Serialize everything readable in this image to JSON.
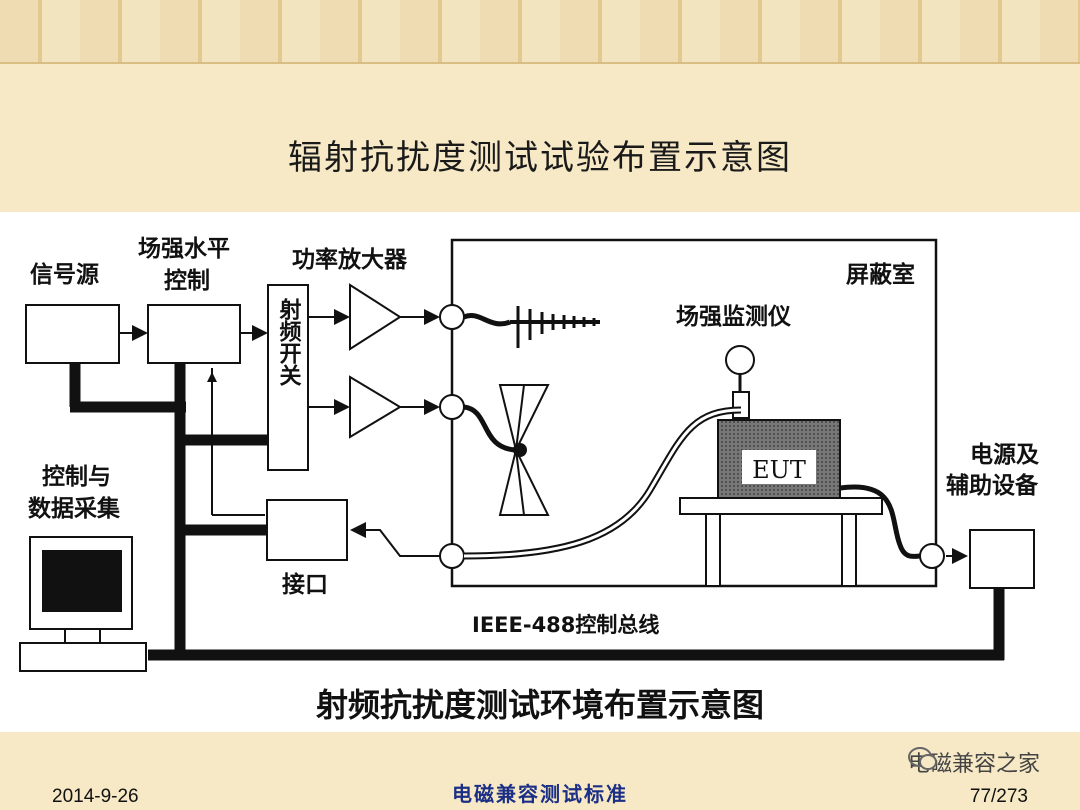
{
  "slide_title": "辐射抗扰度测试试验布置示意图",
  "diagram": {
    "labels": {
      "signal_source": "信号源",
      "field_level_control_1": "场强水平",
      "field_level_control_2": "控制",
      "power_amplifier": "功率放大器",
      "rf_switch": "射频开关",
      "shielded_room": "屏蔽室",
      "field_monitor": "场强监测仪",
      "eut": "EUT",
      "control_daq_1": "控制与",
      "control_daq_2": "数据采集",
      "interface": "接口",
      "power_aux_1": "电源及",
      "power_aux_2": "辅助设备",
      "bus": "IEEE-488控制总线"
    },
    "caption": "射频抗扰度测试环境布置示意图"
  },
  "footer": {
    "date": "2014-9-26",
    "center_title": "电磁兼容测试标准",
    "page": "77/273",
    "watermark": "电磁兼容之家"
  }
}
